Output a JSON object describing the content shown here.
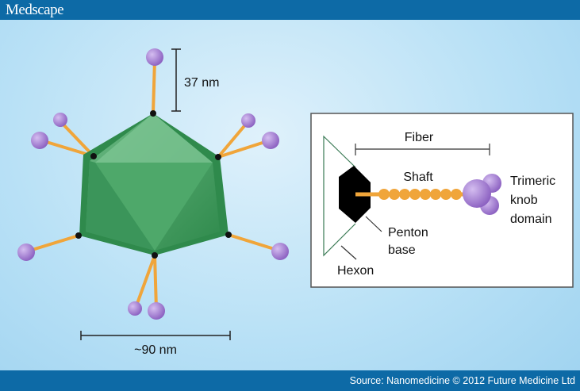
{
  "header": {
    "logo": "Medscape"
  },
  "diagram": {
    "dimensions": {
      "fiber_length": "37 nm",
      "capsid_width": "~90 nm"
    },
    "inset": {
      "fiber": "Fiber",
      "shaft": "Shaft",
      "knob": [
        "Trimeric",
        "knob",
        "domain"
      ],
      "penton": [
        "Penton",
        "base"
      ],
      "hexon": "Hexon"
    },
    "colors": {
      "capsid": "#3f9a5c",
      "fiber": "#f0a53a",
      "knob": "#a57fd0",
      "penton": "#000000"
    }
  },
  "footer": {
    "source": "Source: Nanomedicine © 2012 Future Medicine Ltd"
  }
}
